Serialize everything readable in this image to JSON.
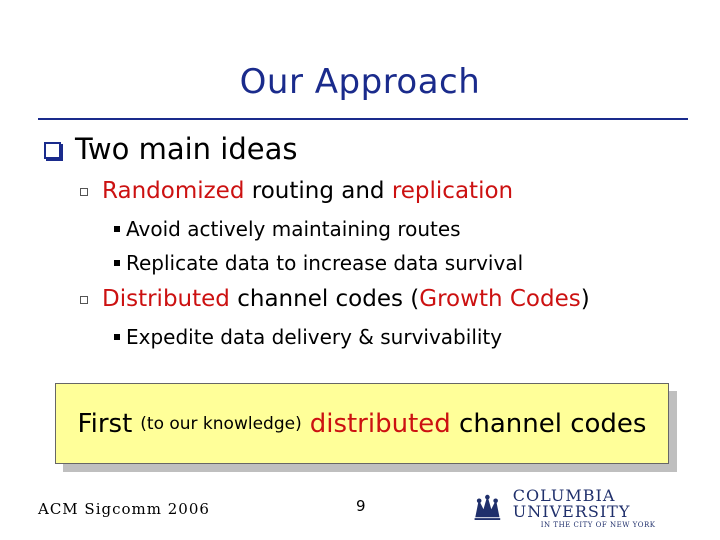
{
  "slide": {
    "title": "Our Approach",
    "bullet1": "Two main ideas",
    "sub1": {
      "word_red1": "Randomized",
      "mid": " routing and ",
      "word_red2": "replication"
    },
    "sub1_items": [
      "Avoid actively maintaining routes",
      "Replicate data to increase data survival"
    ],
    "sub2": {
      "word_red": "Distributed",
      "mid": " channel codes (",
      "paren_red": "Growth Codes",
      "end": ")"
    },
    "sub2_items": [
      "Expedite data delivery & survivability"
    ],
    "callout": {
      "first": "First",
      "small": "(to our knowledge)",
      "red": "distributed",
      "rest": " channel codes"
    }
  },
  "footer": {
    "conference": "ACM Sigcomm 2006",
    "page": "9",
    "logo_main": "COLUMBIA UNIVERSITY",
    "logo_sub": "IN THE CITY OF NEW YORK",
    "logo_icon": "crown-icon"
  },
  "colors": {
    "title": "#1a2b8c",
    "accent_red": "#cc1111",
    "callout_bg": "#ffff99"
  }
}
